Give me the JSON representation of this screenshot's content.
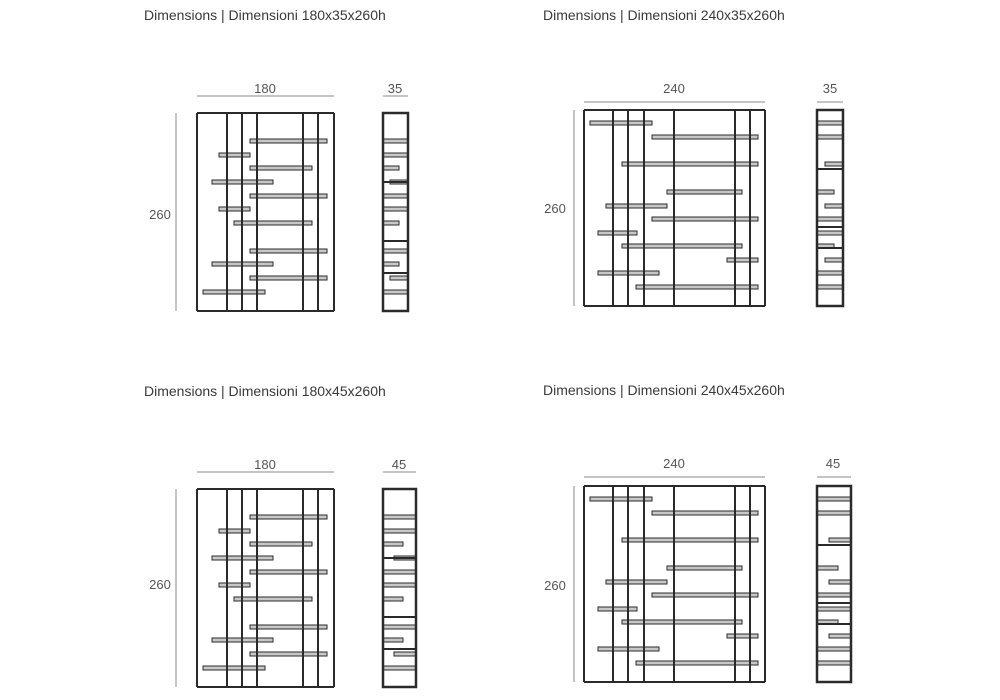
{
  "panels": [
    {
      "title": "Dimensions | Dimensioni  180x35x260h",
      "width_label": "180",
      "depth_label": "35",
      "height_label": "260"
    },
    {
      "title": "Dimensions | Dimensioni  240x35x260h",
      "width_label": "240",
      "depth_label": "35",
      "height_label": "260"
    },
    {
      "title": "Dimensions | Dimensioni  180x45x260h",
      "width_label": "180",
      "depth_label": "45",
      "height_label": "260"
    },
    {
      "title": "Dimensions | Dimensioni  240x45x260h",
      "width_label": "240",
      "depth_label": "45",
      "height_label": "260"
    }
  ],
  "colors": {
    "line": "#2a2a2a",
    "shelf_fill": "#c8c8c8",
    "dim_line": "#888888"
  }
}
